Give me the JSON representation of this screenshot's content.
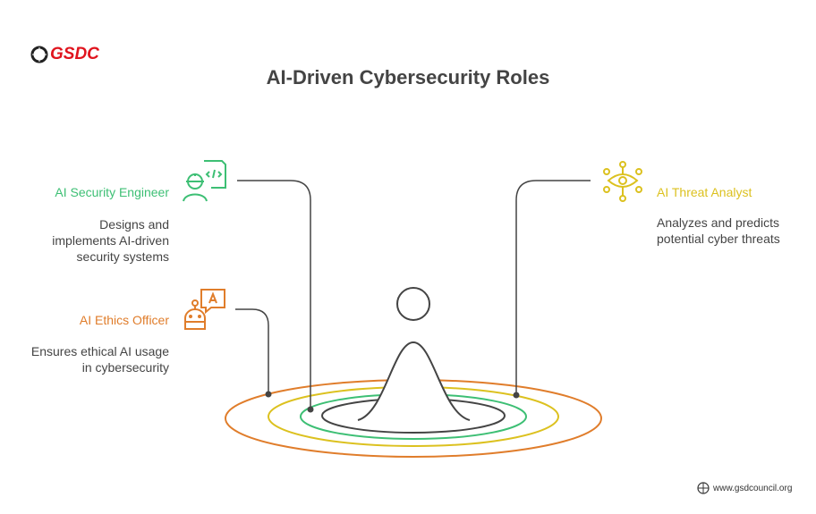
{
  "logo": {
    "text": "GSDC"
  },
  "title": "AI-Driven Cybersecurity Roles",
  "roles": [
    {
      "name": "AI Security Engineer",
      "desc1": "Designs and",
      "desc2": "implements AI-driven",
      "desc3": "security systems",
      "color": "#3dbf74",
      "icon": "engineer-code-icon"
    },
    {
      "name": "AI Threat Analyst",
      "desc1": "Analyzes and predicts",
      "desc2": "potential cyber threats",
      "color": "#dcc11f",
      "icon": "eye-network-icon"
    },
    {
      "name": "AI Ethics Officer",
      "desc1": "Ensures ethical AI usage",
      "desc2": "in cybersecurity",
      "color": "#e07d2b",
      "icon": "robot-chat-icon"
    }
  ],
  "footer": {
    "url": "www.gsdcouncil.org"
  }
}
